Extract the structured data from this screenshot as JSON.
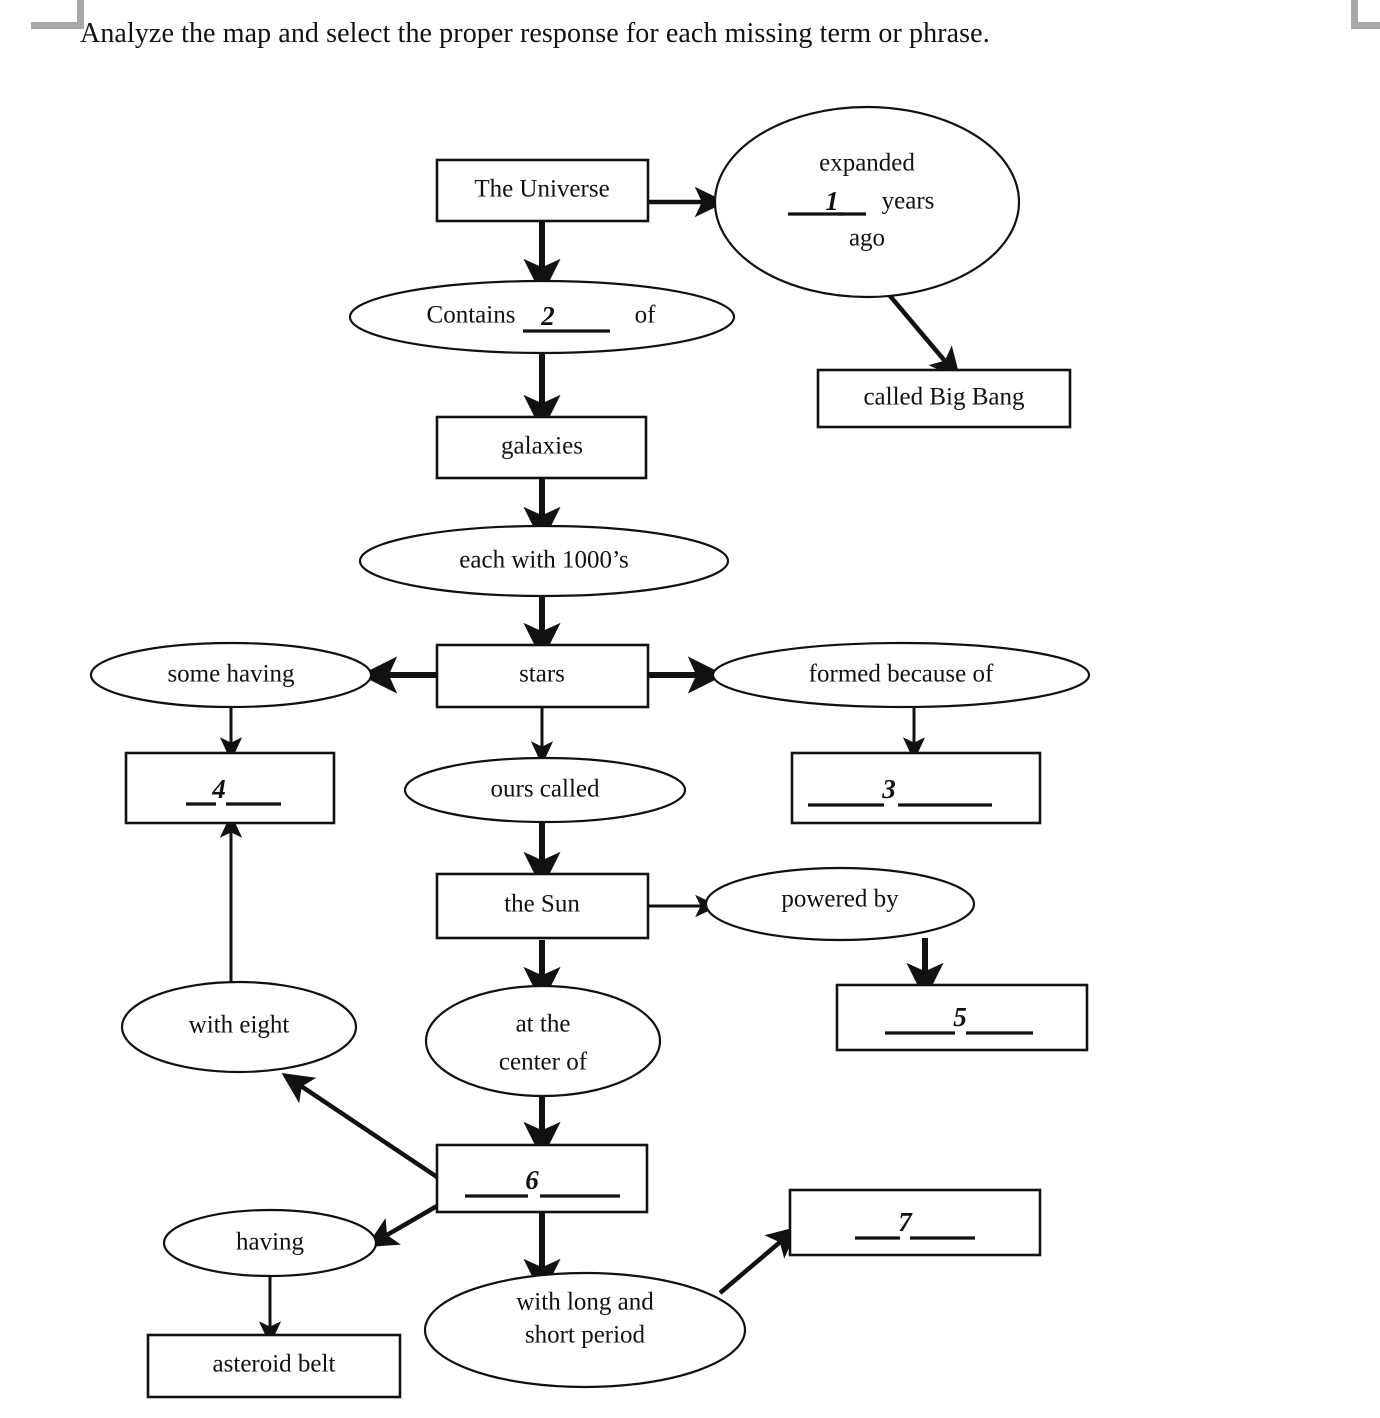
{
  "instruction": "Analyze the map and select the proper response for each missing term or phrase.",
  "diagram": {
    "title": "Universe concept map with numbered blanks",
    "nodes": {
      "the_universe": "The Universe",
      "expanded_line1": "expanded",
      "expanded_line2": "years",
      "expanded_line3": "ago",
      "expanded_blank": "1",
      "contains_pre": "Contains",
      "contains_blank": "2",
      "contains_post": "of",
      "called_big_bang": "called Big Bang",
      "galaxies": "galaxies",
      "each_with_1000s": "each with 1000’s",
      "stars": "stars",
      "some_having": "some having",
      "formed_because_of": "formed because of",
      "blank_4": "4",
      "blank_3": "3",
      "ours_called": "ours called",
      "the_sun": "the Sun",
      "powered_by": "powered by",
      "blank_5": "5",
      "with_eight": "with eight",
      "at_the_center_line1": "at the",
      "at_the_center_line2": "center of",
      "blank_6": "6",
      "having": "having",
      "blank_7": "7",
      "asteroid_belt": "asteroid belt",
      "with_long_line1": "with long and",
      "with_long_line2": "short period"
    },
    "colors": {
      "ink": "#111111",
      "paper": "#ffffff",
      "crop_mark": "#a8a8a8"
    }
  }
}
